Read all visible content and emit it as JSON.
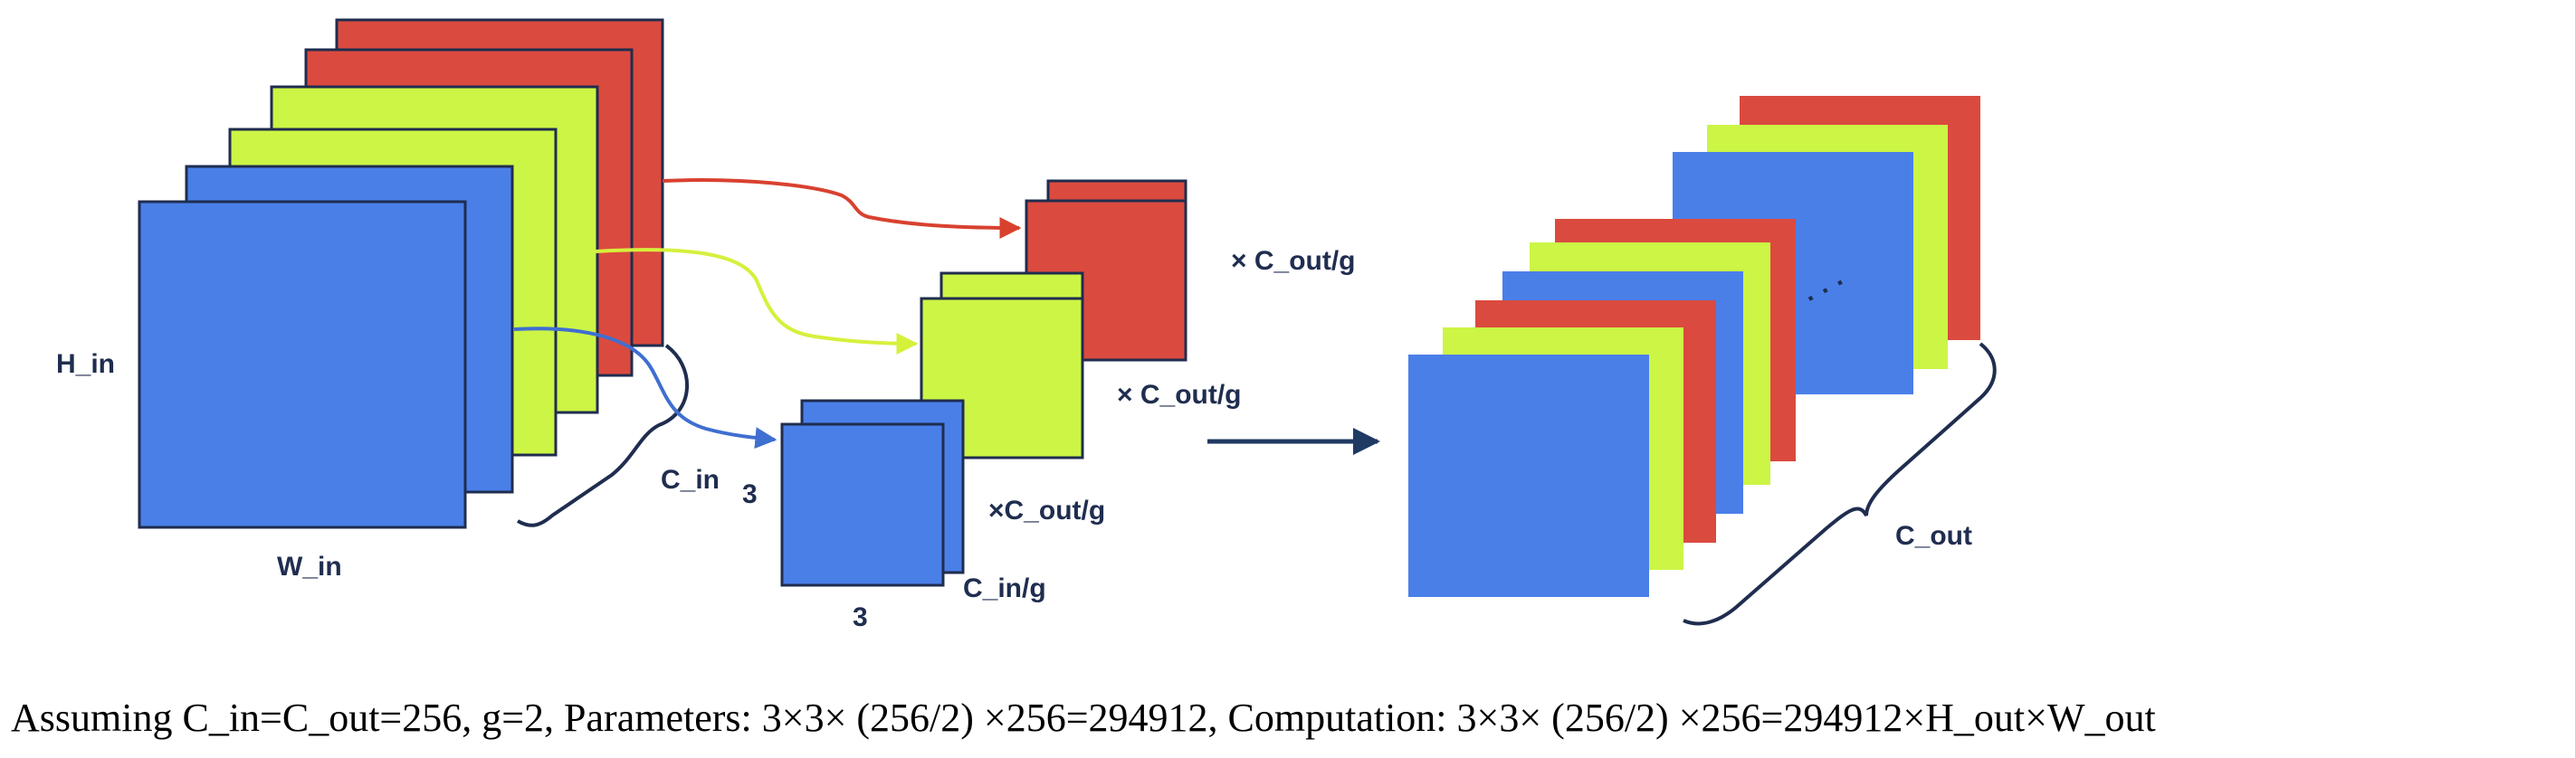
{
  "colors": {
    "blue": "#4a7fe8",
    "green": "#ccf545",
    "red": "#db4a3f",
    "outline": "#1f2d4f",
    "arrow_blue": "#3f6fd0",
    "arrow_green": "#d6f03c",
    "arrow_red": "#d9412f",
    "main_arrow": "#1f3a63"
  },
  "labels": {
    "h_in": "H_in",
    "w_in": "W_in",
    "c_in": "C_in",
    "kernel_size_right": "3",
    "kernel_size_bottom": "3",
    "c_in_g": "C_in/g",
    "c_out_g_blue": "×C_out/g",
    "c_out_g_green": "× C_out/g",
    "c_out_g_red": "× C_out/g",
    "c_out": "C_out",
    "ellipsis": "· · ·"
  },
  "caption": "Assuming C_in=C_out=256, g=2,  Parameters: 3×3× (256/2) ×256=294912, Computation: 3×3× (256/2) ×256=294912×H_out×W_out"
}
